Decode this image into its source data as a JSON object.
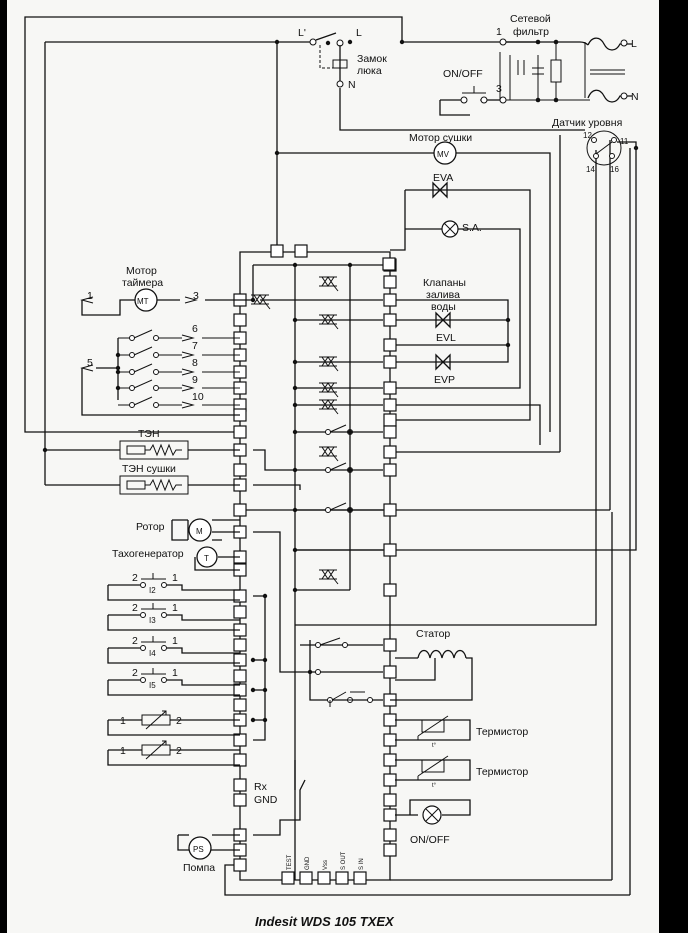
{
  "title": "Indesit WDS 105 TXEX",
  "filter": {
    "label_1": "Сетевой",
    "label_2": "фильтр",
    "pin1": "1",
    "pin3": "3",
    "out_l": "L",
    "out_n": "N"
  },
  "onoff_switch": "ON/OFF",
  "door_lock": {
    "label_1": "Замок",
    "label_2": "люка",
    "l_prime": "L'",
    "l": "L",
    "n": "N"
  },
  "level_sensor": {
    "label": "Датчик уровня",
    "p12": "12",
    "p11": "11",
    "p14": "14",
    "p16": "16"
  },
  "dryer_motor": {
    "label": "Мотор сушки",
    "symbol": "MV"
  },
  "valves": {
    "eva": "EVA",
    "sa": "S.A.",
    "title_1": "Клапаны",
    "title_2": "залива",
    "title_3": "воды",
    "evl": "EVL",
    "evp": "EVP"
  },
  "timer_motor": {
    "label_1": "Мотор",
    "label_2": "таймера",
    "symbol": "MT",
    "pin_left": "1",
    "pin_right": "3"
  },
  "timer_contacts": [
    "6",
    "7",
    "8",
    "9",
    "10"
  ],
  "timer_common": "5",
  "heater": "ТЭН",
  "dryer_heater": "ТЭН сушки",
  "rotor": {
    "label": "Ротор",
    "symbol": "M"
  },
  "tacho": {
    "label": "Тахогенератор",
    "symbol": "T"
  },
  "buttons": [
    {
      "name": "I2",
      "a": "2",
      "b": "1"
    },
    {
      "name": "I3",
      "a": "2",
      "b": "1"
    },
    {
      "name": "I4",
      "a": "2",
      "b": "1"
    },
    {
      "name": "I5",
      "a": "2",
      "b": "1"
    }
  ],
  "pots": [
    {
      "a": "1",
      "b": "2"
    },
    {
      "a": "1",
      "b": "2"
    }
  ],
  "rx": "Rx",
  "gnd": "GND",
  "pump": {
    "symbol": "PS",
    "label": "Помпа"
  },
  "stator": "Статор",
  "thermistors": [
    "Термистор",
    "Термистор"
  ],
  "thermistor_symbol": "t°",
  "onoff_lamp": "ON/OFF",
  "bottom_pins": [
    "TEST",
    "GND",
    "Vss",
    "S OUT",
    "S IN"
  ]
}
